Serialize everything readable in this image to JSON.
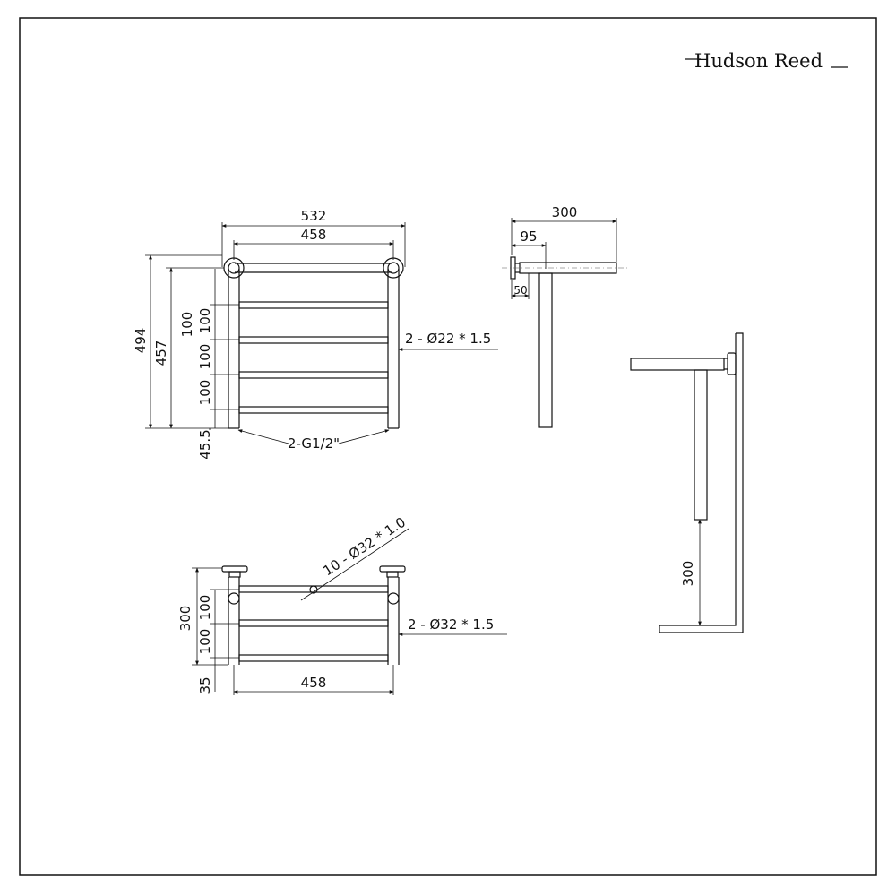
{
  "brand": {
    "name": "Hudson Reed"
  },
  "front_view": {
    "overall_width": "532",
    "centres_width": "458",
    "overall_height": "494",
    "centres_height": "457",
    "spacing_1": "100",
    "spacing_2": "100",
    "spacing_3": "100",
    "spacing_4": "100",
    "bottom_offset": "45.5",
    "rail_spec": "2 - Ø22 * 1.5",
    "inlet_spec": "2-G1/2\""
  },
  "side_view": {
    "total_depth": "300",
    "bracket_offset": "95",
    "bracket_depth": "50"
  },
  "plan_view": {
    "depth": "300",
    "spacing_1": "100",
    "spacing_2": "100",
    "end_offset": "35",
    "width": "458",
    "bar_spec": "10 - Ø32 * 1.0",
    "rail_spec": "2 - Ø32 * 1.5"
  },
  "installed_view": {
    "floor_clearance": "300"
  }
}
